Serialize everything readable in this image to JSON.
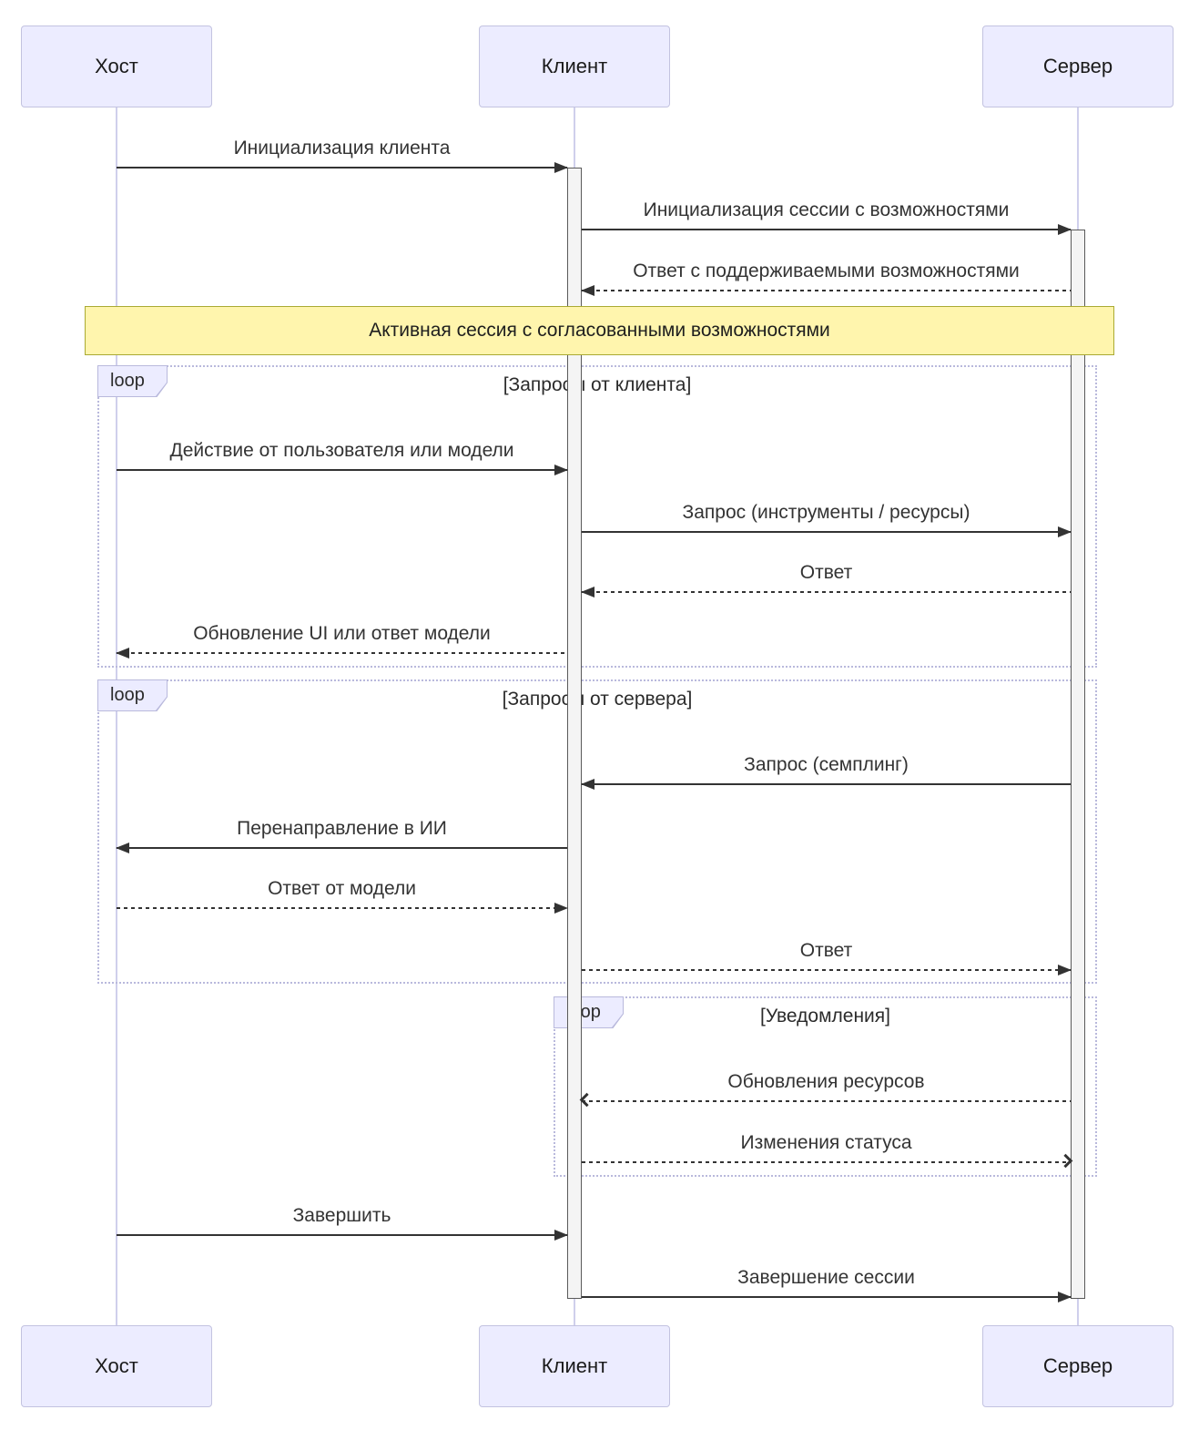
{
  "diagram_type": "sequence-diagram",
  "actors": [
    {
      "id": "host",
      "label": "Хост"
    },
    {
      "id": "client",
      "label": "Клиент"
    },
    {
      "id": "server",
      "label": "Сервер"
    }
  ],
  "note": {
    "text": "Активная сессия с согласованными возможностями"
  },
  "loops": [
    {
      "label": "loop",
      "title": "[Запросы от клиента]"
    },
    {
      "label": "loop",
      "title": "[Запросы от сервера]"
    },
    {
      "label": "loop",
      "title": "[Уведомления]"
    }
  ],
  "messages": [
    {
      "text": "Инициализация клиента",
      "from": "Хост",
      "to": "Клиент",
      "line": "solid",
      "arrow": "filled"
    },
    {
      "text": "Инициализация сессии с возможностями",
      "from": "Клиент",
      "to": "Сервер",
      "line": "solid",
      "arrow": "filled"
    },
    {
      "text": "Ответ с поддерживаемыми возможностями",
      "from": "Сервер",
      "to": "Клиент",
      "line": "dashed",
      "arrow": "filled"
    },
    {
      "text": "Действие от пользователя или модели",
      "from": "Хост",
      "to": "Клиент",
      "line": "solid",
      "arrow": "filled"
    },
    {
      "text": "Запрос (инструменты / ресурсы)",
      "from": "Клиент",
      "to": "Сервер",
      "line": "solid",
      "arrow": "filled"
    },
    {
      "text": "Ответ",
      "from": "Сервер",
      "to": "Клиент",
      "line": "dashed",
      "arrow": "filled"
    },
    {
      "text": "Обновление UI или ответ модели",
      "from": "Клиент",
      "to": "Хост",
      "line": "dashed",
      "arrow": "filled"
    },
    {
      "text": "Запрос (семплинг)",
      "from": "Сервер",
      "to": "Клиент",
      "line": "solid",
      "arrow": "filled"
    },
    {
      "text": "Перенаправление в ИИ",
      "from": "Клиент",
      "to": "Хост",
      "line": "solid",
      "arrow": "filled"
    },
    {
      "text": "Ответ от модели",
      "from": "Хост",
      "to": "Клиент",
      "line": "dashed",
      "arrow": "filled"
    },
    {
      "text": "Ответ",
      "from": "Клиент",
      "to": "Сервер",
      "line": "dashed",
      "arrow": "filled"
    },
    {
      "text": "Обновления ресурсов",
      "from": "Сервер",
      "to": "Клиент",
      "line": "dashed",
      "arrow": "open"
    },
    {
      "text": "Изменения статуса",
      "from": "Клиент",
      "to": "Сервер",
      "line": "dashed",
      "arrow": "open"
    },
    {
      "text": "Завершить",
      "from": "Хост",
      "to": "Клиент",
      "line": "solid",
      "arrow": "filled"
    },
    {
      "text": "Завершение сессии",
      "from": "Клиент",
      "to": "Сервер",
      "line": "solid",
      "arrow": "filled"
    }
  ],
  "colors": {
    "actor_fill": "#ECECFF",
    "actor_border": "#C3C3E0",
    "lifeline": "#CFCFEC",
    "activation_fill": "#F4F4F4",
    "activation_border": "#5A5A5A",
    "msg": "#333333",
    "note_fill": "#FFF5AD",
    "note_border": "#AAAA33",
    "loop_border": "#B9B9DC",
    "loop_label_fill": "#ECECFF"
  }
}
